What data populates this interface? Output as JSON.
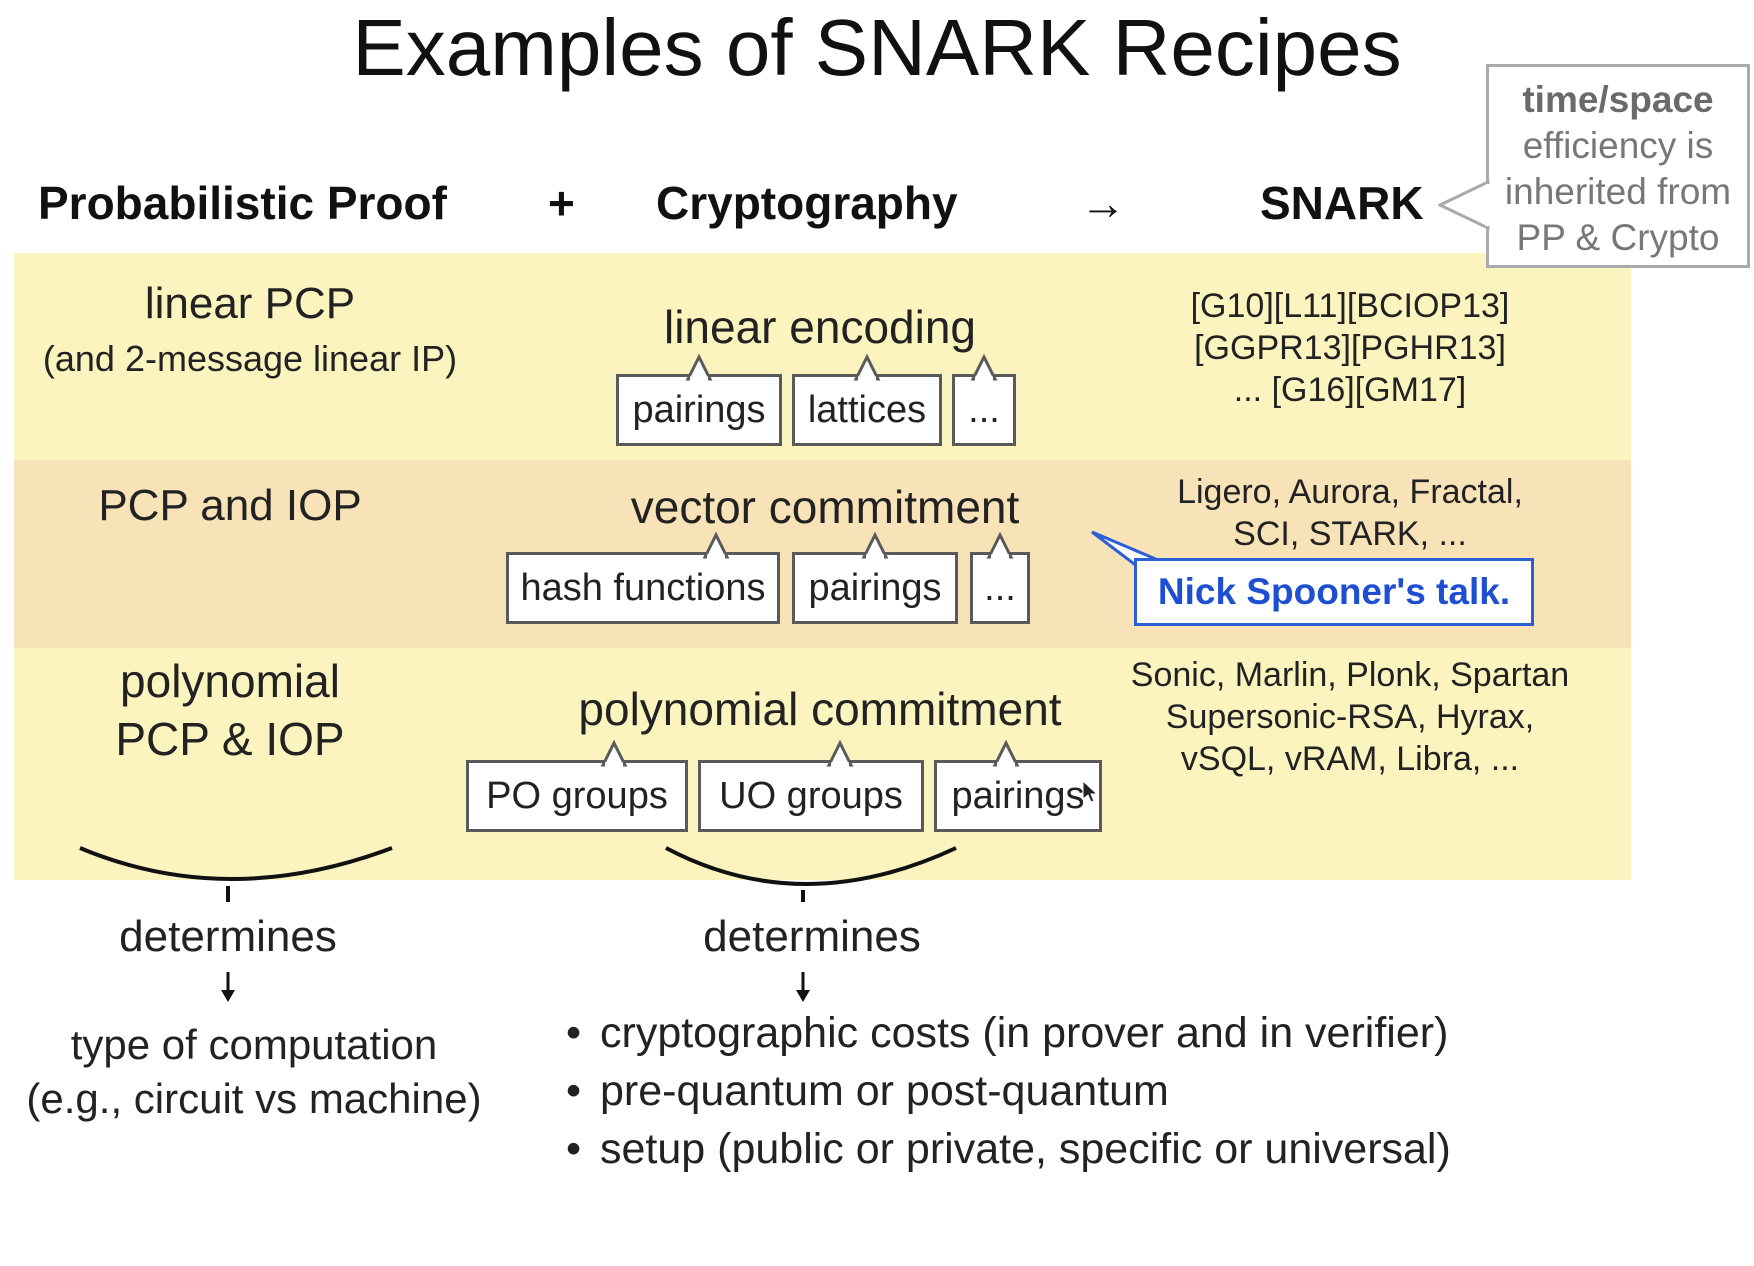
{
  "title": "Examples of SNARK Recipes",
  "header": {
    "pp": "Probabilistic Proof",
    "plus": "+",
    "crypto": "Cryptography",
    "arrow": "→",
    "snark": "SNARK"
  },
  "callout": {
    "bold": "time/space",
    "line2": "efficiency is",
    "line3": "inherited from",
    "line4": "PP & Crypto"
  },
  "rows": [
    {
      "pp_line1": "linear PCP",
      "pp_line2": "(and 2-message linear IP)",
      "commitment": "linear encoding",
      "tags": [
        "pairings",
        "lattices",
        "..."
      ],
      "refs": [
        "[G10][L11][BCIOP13]",
        "[GGPR13][PGHR13]",
        "... [G16][GM17]"
      ]
    },
    {
      "pp_line1": "PCP and IOP",
      "commitment": "vector commitment",
      "tags": [
        "hash functions",
        "pairings",
        "..."
      ],
      "refs": [
        "Ligero, Aurora, Fractal,",
        "SCI, STARK, ..."
      ],
      "talk": "Nick Spooner's talk."
    },
    {
      "pp_line1": "polynomial",
      "pp_line2": "PCP & IOP",
      "commitment": "polynomial commitment",
      "tags": [
        "PO groups",
        "UO groups",
        "pairings"
      ],
      "refs": [
        "Sonic, Marlin, Plonk, Spartan",
        "Supersonic-RSA, Hyrax,",
        "vSQL, vRAM, Libra, ..."
      ]
    }
  ],
  "left_outcome": {
    "determines": "determines",
    "line1": "type of computation",
    "line2": "(e.g., circuit vs machine)"
  },
  "right_outcome": {
    "determines": "determines",
    "bullets": [
      "cryptographic costs (in prover and in verifier)",
      "pre-quantum or post-quantum",
      "setup (public or private, specific or universal)"
    ]
  },
  "colors": {
    "band_yellow": "#fbf4bf",
    "band_orange": "#f8e3b8",
    "talk_blue": "#1d4fd0"
  }
}
